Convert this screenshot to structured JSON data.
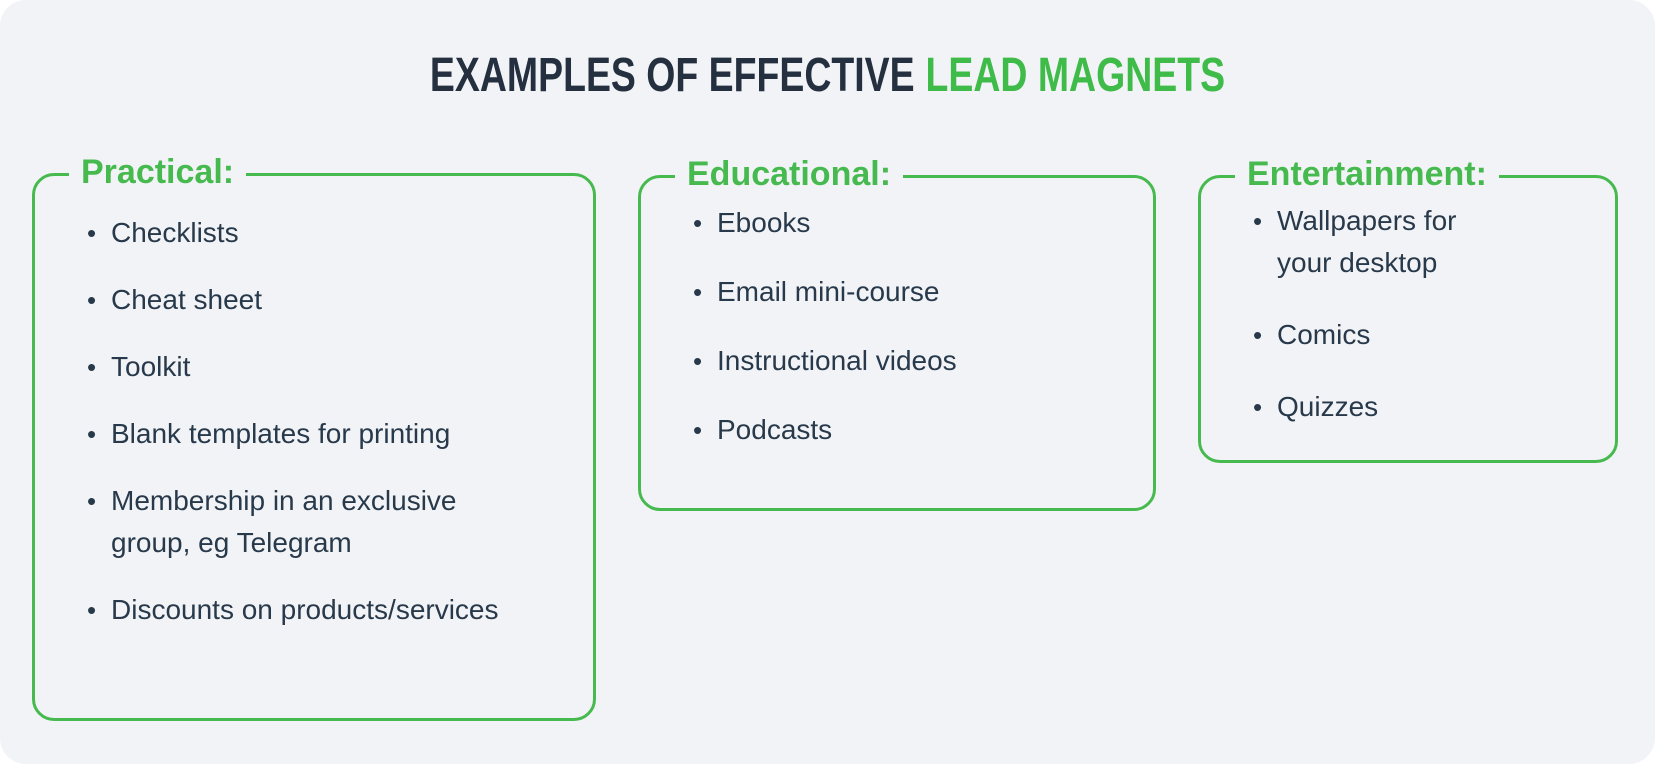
{
  "title": {
    "text_dark": "EXAMPLES OF EFFECTIVE",
    "text_green": "LEAD MAGNETS"
  },
  "colors": {
    "green": "#47BA4F",
    "title_green": "#3EBB48",
    "dark_title": "#24303F",
    "text": "#27394A",
    "panel_bg": "#F2F3F6",
    "page_bg": "#FFFFFF"
  },
  "bullet_glyph": "•",
  "groups": [
    {
      "label": "Practical:",
      "items": [
        "Checklists",
        "Cheat sheet",
        "Toolkit",
        "Blank templates for printing",
        "Membership in an exclusive\ngroup, eg Telegram",
        "Discounts on products/services"
      ]
    },
    {
      "label": "Educational:",
      "items": [
        "Ebooks",
        "Email mini-course",
        "Instructional videos",
        "Podcasts"
      ]
    },
    {
      "label": "Entertainment:",
      "items": [
        "Wallpapers for\nyour desktop",
        "Comics",
        "Quizzes"
      ]
    }
  ]
}
